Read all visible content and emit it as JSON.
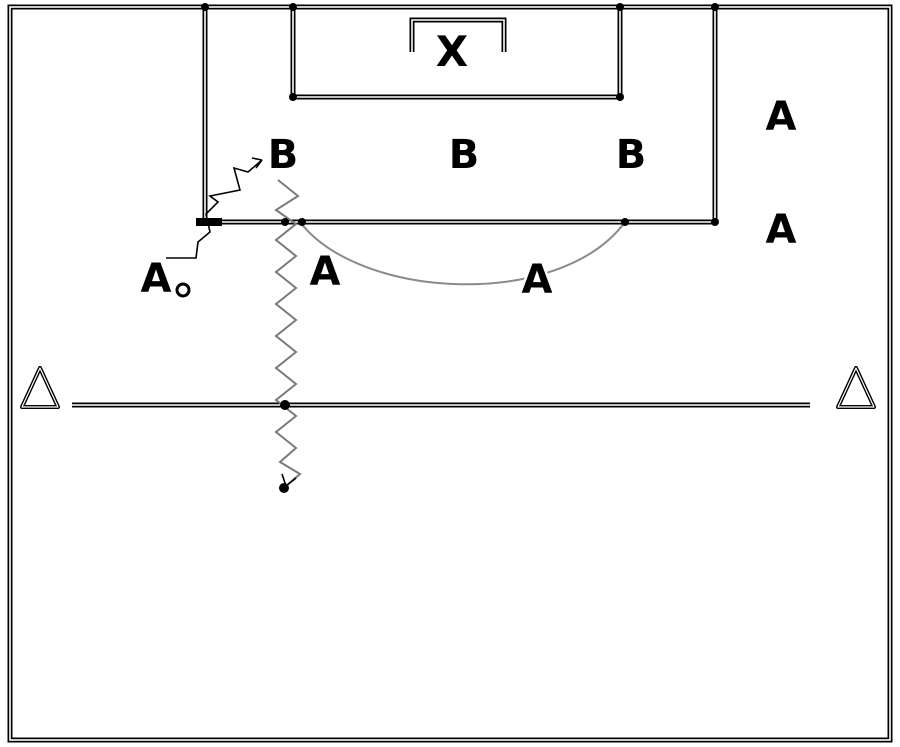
{
  "goal": {
    "label": "X"
  },
  "players": {
    "attackers": [
      "A",
      "A",
      "A",
      "A",
      "A"
    ],
    "defenders": [
      "B",
      "B",
      "B"
    ]
  }
}
